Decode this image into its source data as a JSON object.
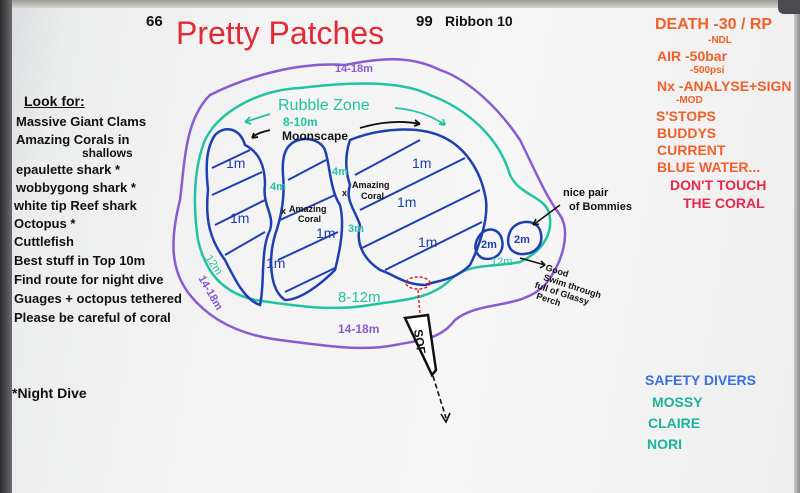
{
  "header": {
    "left_mark": "66",
    "title": "Pretty Patches",
    "right_mark": "99",
    "subtitle": "Ribbon 10"
  },
  "look_for": {
    "heading": "Look for:",
    "items": [
      "Massive Giant Clams",
      "Amazing Corals in",
      "shallows",
      "epaulette shark *",
      "wobbygong shark *",
      "white tip Reef shark",
      "Octopus *",
      "Cuttlefish",
      "Best stuff in Top 10m",
      "Find route for night dive",
      "Guages + octopus tethered",
      "Please be careful of coral"
    ],
    "footnote": "*Night Dive"
  },
  "briefing": {
    "items": [
      "DEATH -30 / RP",
      "-NDL",
      "AIR -50bar",
      "-500psi",
      "Nx -ANALYSE+SIGN",
      "-MOD",
      "S'STOPS",
      "BUDDYS",
      "CURRENT",
      "BLUE WATER..."
    ],
    "warning": [
      "DON'T TOUCH",
      "THE CORAL"
    ]
  },
  "safety": {
    "heading": "SAFETY DIVERS",
    "names": [
      "MOSSY",
      "CLAIRE",
      "NORI"
    ]
  },
  "map": {
    "depth_outer_top": "14-18m",
    "depth_outer_left": "14-18m",
    "depth_outer_bottom": "14-18m",
    "rubble_zone": "Rubble Zone",
    "rubble_depth": "8-10m",
    "moonscape": "Moonscape",
    "depth_mid_bottom": "8-12m",
    "depth_12_left": "12m",
    "depth_12_right": "12m",
    "depth_4_left": "4m",
    "depth_4_mid": "4m",
    "depth_3": "3m",
    "shallow_labels": [
      "1m",
      "1m",
      "1m",
      "1m",
      "1m",
      "1m",
      "1m"
    ],
    "bommie_labels": [
      "2m",
      "2m"
    ],
    "amazing_coral": [
      "Amazing",
      "Coral"
    ],
    "bommies_note": [
      "nice pair",
      "of Bommies"
    ],
    "swim_note": [
      "Good",
      "Swim through",
      "full of Glassy",
      "Perch"
    ],
    "buoy_label": "SOF",
    "colors": {
      "outer": "#8a5ad0",
      "mid": "#22c3a0",
      "reef": "#1e3fb0",
      "title": "#e22a35",
      "briefing": "#f2602a",
      "warning": "#e8284a",
      "safety_heading": "#3a6ee0"
    }
  }
}
